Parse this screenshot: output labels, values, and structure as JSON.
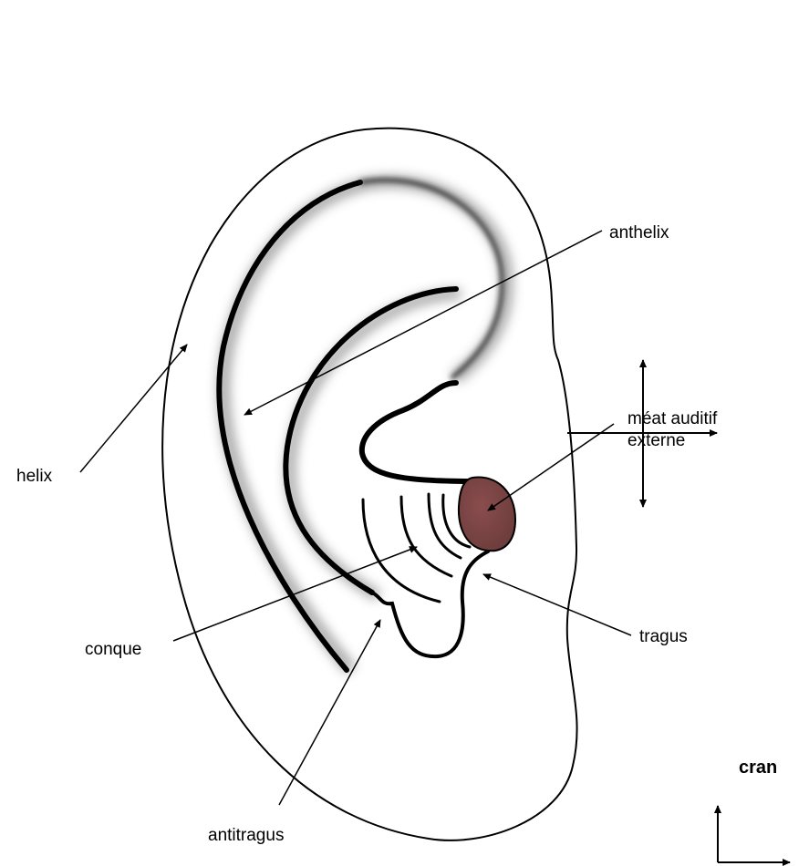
{
  "labels": {
    "anthelix": "anthelix",
    "helix": "helix",
    "meat_line1": "méat auditif",
    "meat_line2": "externe",
    "conque": "conque",
    "tragus": "tragus",
    "antitragus": "antitragus",
    "cran": "cran"
  },
  "colors": {
    "meat": "#6b3b3b",
    "stroke": "#000000"
  }
}
